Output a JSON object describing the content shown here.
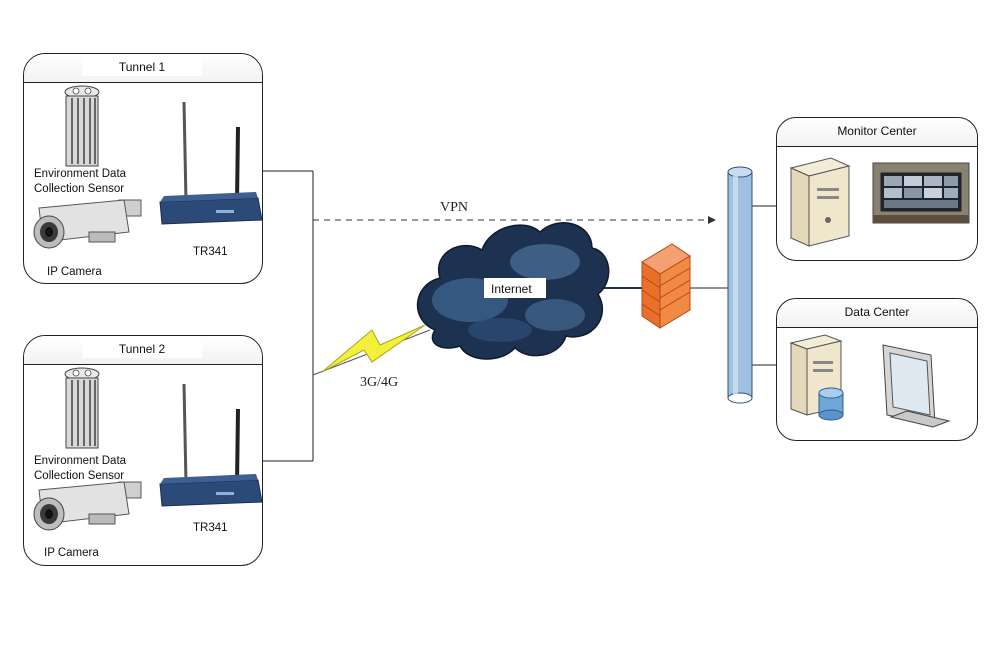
{
  "tunnel1": {
    "title": "Tunnel 1",
    "sensor_label_line1": "Environment Data",
    "sensor_label_line2": "Collection Sensor",
    "camera_label": "IP Camera",
    "router_label": "TR341"
  },
  "tunnel2": {
    "title": "Tunnel 2",
    "sensor_label_line1": "Environment Data",
    "sensor_label_line2": "Collection Sensor",
    "camera_label": "IP Camera",
    "router_label": "TR341"
  },
  "network": {
    "vpn_label": "VPN",
    "wireless_label": "3G/4G",
    "cloud_label": "Internet"
  },
  "monitor_center": {
    "title": "Monitor Center"
  },
  "data_center": {
    "title": "Data Center"
  },
  "icons": {
    "sensor": "environment-sensor-icon",
    "camera": "ip-camera-icon",
    "router": "router-icon",
    "cloud": "internet-cloud-icon",
    "firewall": "firewall-icon",
    "bus": "network-bus-icon",
    "server": "server-tower-icon",
    "video_wall": "video-wall-icon",
    "database": "database-icon",
    "monitor": "monitor-icon",
    "lightning": "lightning-icon"
  },
  "colors": {
    "router_blue": "#2c4a78",
    "cloud_dark": "#1d3150",
    "firewall_orange": "#e8702a",
    "bus_blue": "#9fc0e0",
    "lightning_yellow": "#f2f03a"
  }
}
